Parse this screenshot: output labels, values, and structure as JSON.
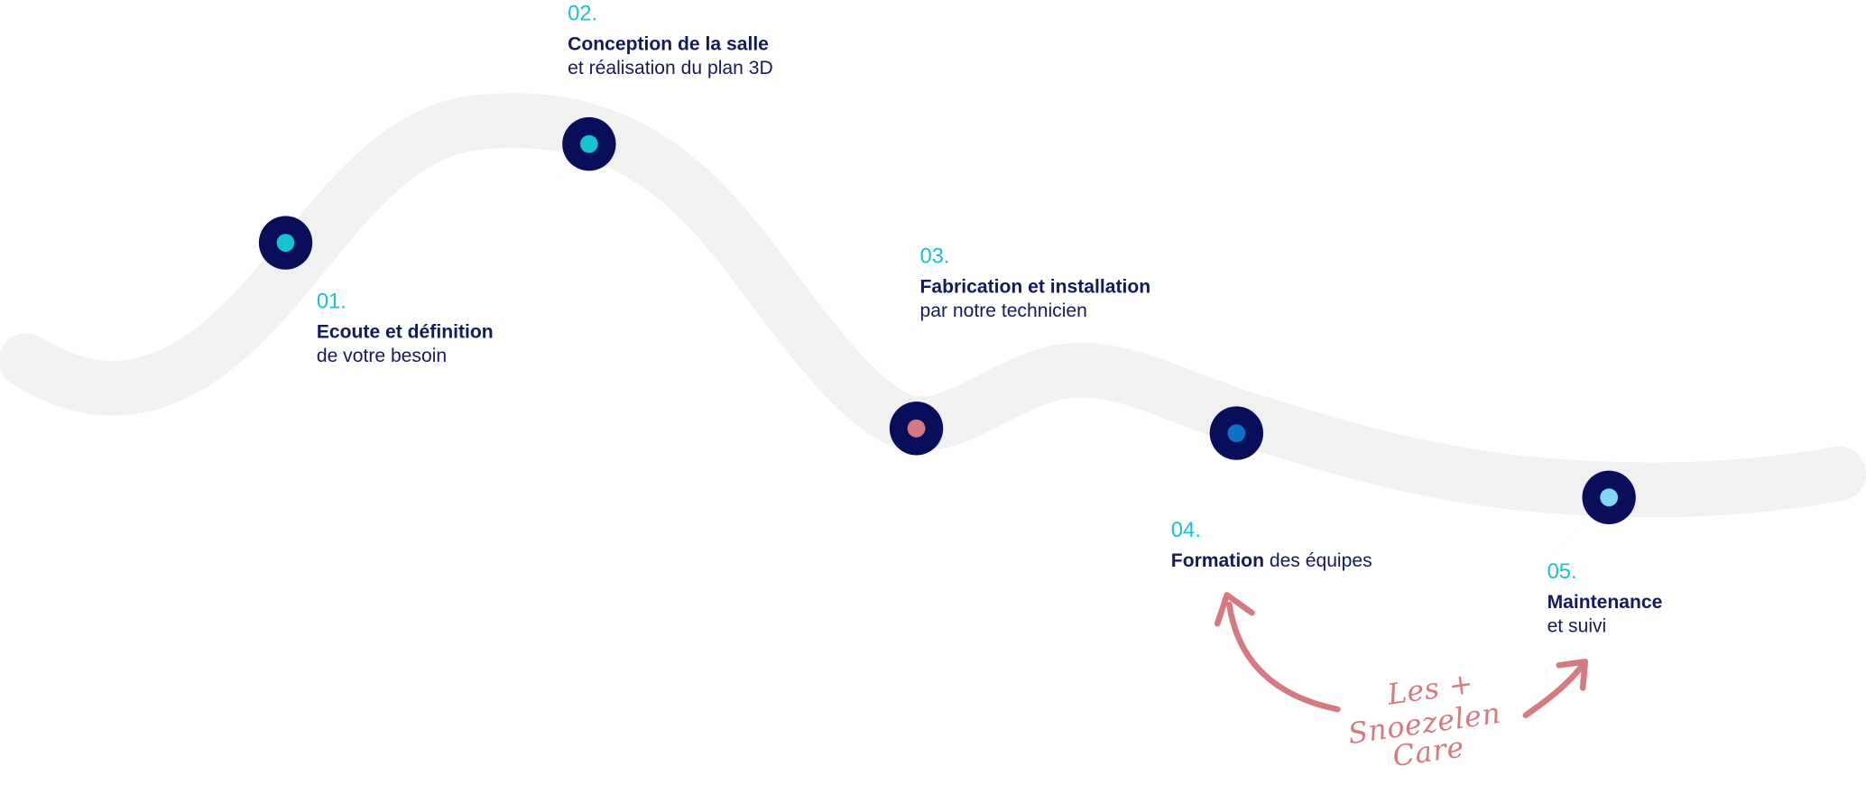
{
  "colors": {
    "track": "#f1f1f1",
    "node_outer": "#090e5a",
    "number": "#19c2cc",
    "text": "#141a5c",
    "accent_arrow": "#d57a80",
    "node_inner": [
      "#19c2cc",
      "#19c2cc",
      "#d57a80",
      "#0a73c7",
      "#7fd8f0"
    ]
  },
  "steps": [
    {
      "number": "01.",
      "title": "Ecoute et définition",
      "subtitle": "de votre besoin"
    },
    {
      "number": "02.",
      "title": "Conception de la salle",
      "subtitle": "et réalisation du plan 3D"
    },
    {
      "number": "03.",
      "title": "Fabrication et installation",
      "subtitle": "par notre technicien"
    },
    {
      "number": "04.",
      "title": "Formation",
      "subtitle": "des équipes"
    },
    {
      "number": "05.",
      "title": "Maintenance",
      "subtitle": "et suivi"
    }
  ],
  "highlight": {
    "line1": "Les +",
    "line2": "Snoezelen Care",
    "icon_left": "curved-arrow-icon",
    "icon_right": "curved-arrow-icon"
  }
}
